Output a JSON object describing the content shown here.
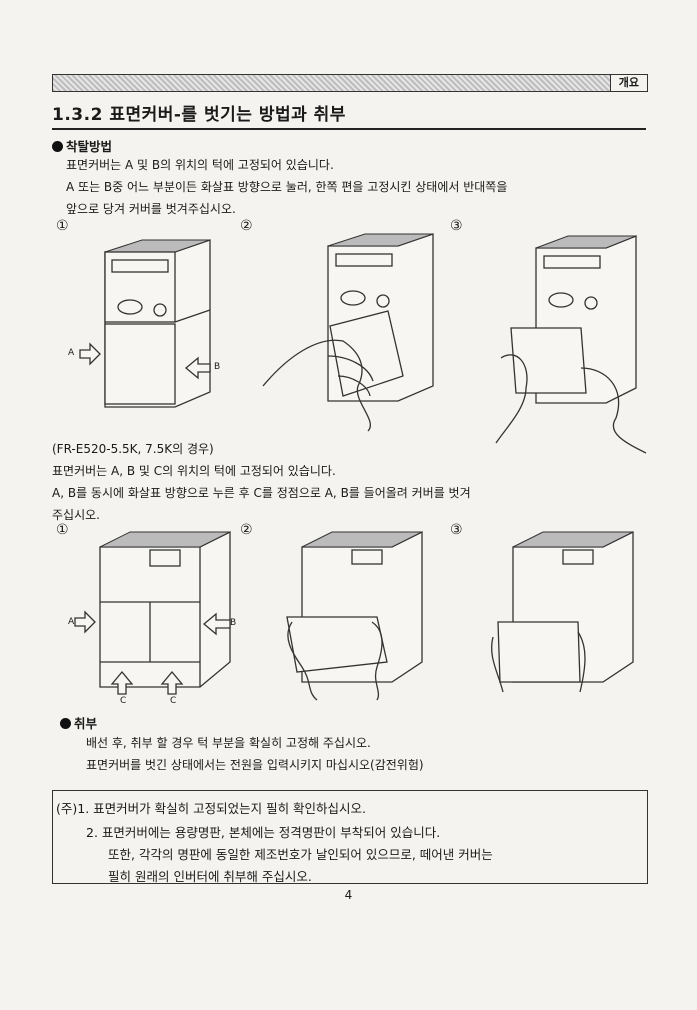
{
  "header": {
    "tag": "개요"
  },
  "section": {
    "title": "1.3.2 표면커버-를 벗기는 방법과 취부"
  },
  "removal": {
    "heading": "착탈방법",
    "lines": [
      "표면커버는 A 및 B의 위치의 턱에 고정되어 있습니다.",
      "A 또는 B중 어느 부분이든 화살표 방향으로 눌러, 한쪽 편을 고정시킨 상태에서 반대쪽을",
      "앞으로 당겨 커버를 벗겨주십시오."
    ],
    "steps": [
      "①",
      "②",
      "③"
    ],
    "labels": {
      "a": "A",
      "b": "B"
    }
  },
  "large_model": {
    "caption": "(FR-E520-5.5K, 7.5K의 경우)",
    "lines": [
      "표면커버는 A, B 및 C의 위치의 턱에 고정되어 있습니다.",
      "A, B를 동시에 화살표 방향으로 누른 후 C를 정점으로 A, B를 들어올려 커버를 벗겨",
      "주십시오."
    ],
    "steps": [
      "①",
      "②",
      "③"
    ],
    "labels": {
      "a": "A",
      "b": "B",
      "c1": "C",
      "c2": "C"
    }
  },
  "install": {
    "heading": "취부",
    "lines": [
      "배선 후, 취부 할 경우 턱 부분을 확실히 고정해 주십시오.",
      "표면커버를 벗긴 상태에서는 전원을 입력시키지 마십시오(감전위험)"
    ]
  },
  "notes": {
    "lines": [
      "(주)1. 표면커버가 확실히 고정되었는지 필히 확인하십시오.",
      "2. 표면커버에는 용량명판, 본체에는 정격명판이 부착되어 있습니다.",
      "또한, 각각의 명판에 동일한 제조번호가 날인되어 있으므로, 떼어낸 커버는",
      "필히 원래의 인버터에 취부해 주십시오."
    ]
  },
  "page": {
    "number": "4"
  }
}
